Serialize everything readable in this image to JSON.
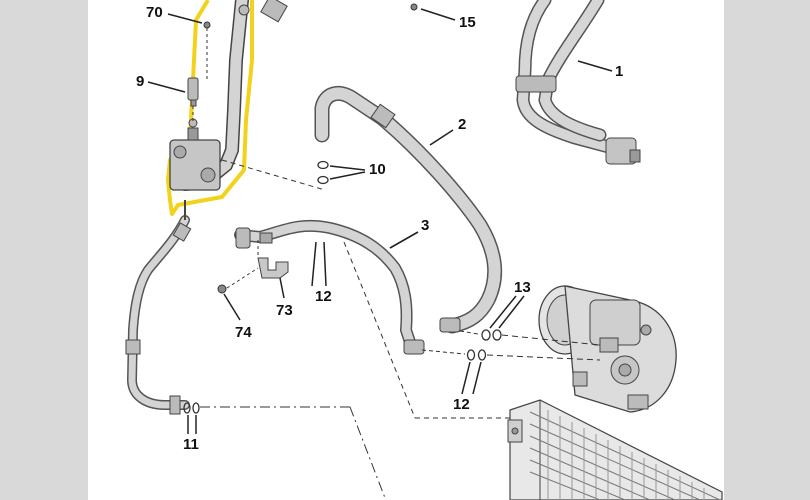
{
  "diagram": {
    "callouts": [
      {
        "id": "c70",
        "text": "70"
      },
      {
        "id": "c15",
        "text": "15"
      },
      {
        "id": "c1",
        "text": "1"
      },
      {
        "id": "c9",
        "text": "9"
      },
      {
        "id": "c2",
        "text": "2"
      },
      {
        "id": "c10",
        "text": "10"
      },
      {
        "id": "c3",
        "text": "3"
      },
      {
        "id": "c13",
        "text": "13"
      },
      {
        "id": "c12a",
        "text": "12"
      },
      {
        "id": "c73",
        "text": "73"
      },
      {
        "id": "c74",
        "text": "74"
      },
      {
        "id": "c12b",
        "text": "12"
      },
      {
        "id": "c11",
        "text": "11"
      }
    ],
    "highlight_color": "#f2d21a",
    "pipe_color": "#c9c9c9",
    "line_color": "#333333"
  }
}
